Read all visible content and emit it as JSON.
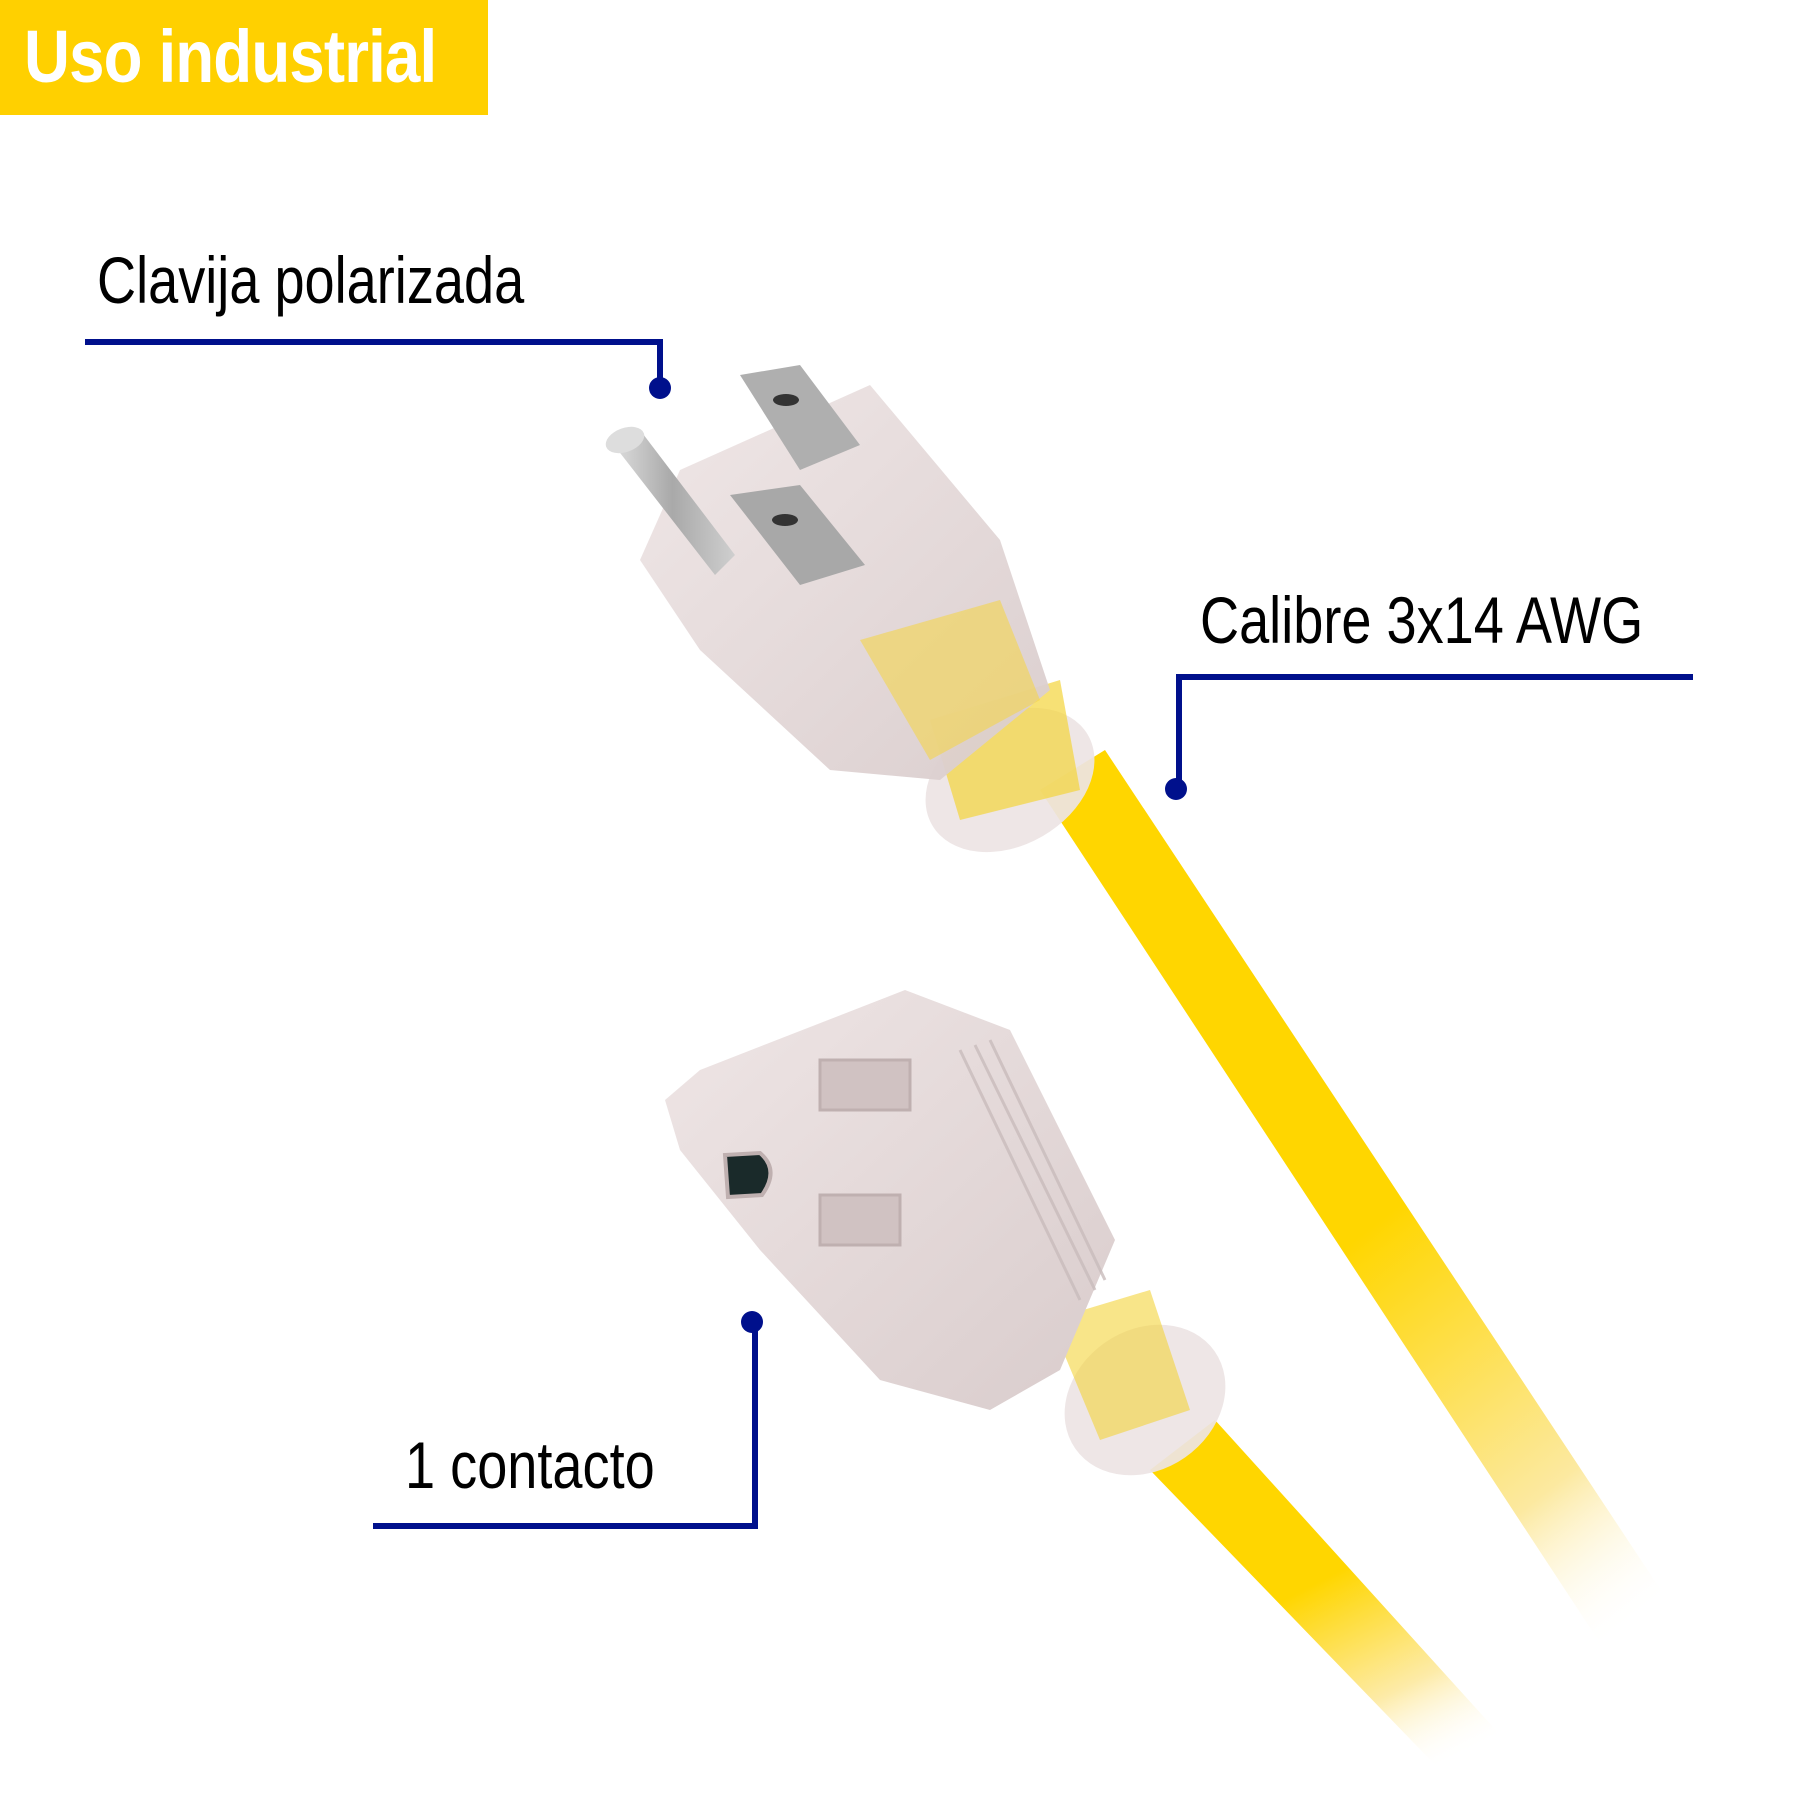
{
  "badge": {
    "text": "Uso industrial",
    "background_color": "#FFD000",
    "text_color": "#FFFFFF"
  },
  "callouts": [
    {
      "label": "Clavija polarizada",
      "target": "plug"
    },
    {
      "label": "Calibre 3x14 AWG",
      "target": "cable"
    },
    {
      "label": "1 contacto",
      "target": "socket"
    }
  ],
  "colors": {
    "callout_line": "#00108C",
    "cable": "#FFD400",
    "plug_body": "#E6DCDC",
    "prongs": "#B8B8B8"
  },
  "product": {
    "items": [
      "plug-icon",
      "extension-cord-icon",
      "socket-icon"
    ]
  }
}
